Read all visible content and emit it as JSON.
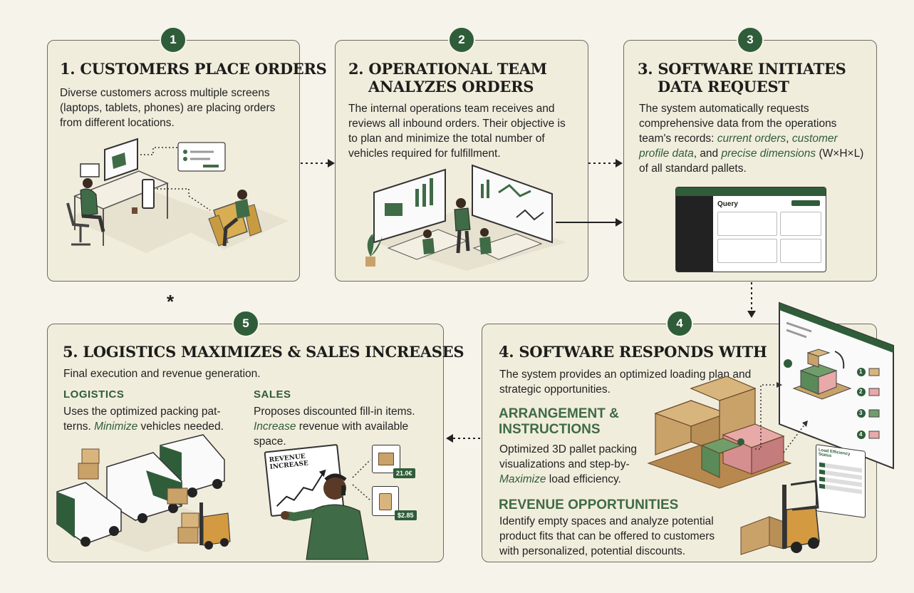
{
  "steps": [
    {
      "number": "1",
      "title": "1. CUSTOMERS PLACE ORDERS",
      "description": "Diverse customers across multiple screens (laptops, tablets, phones) are placing orders from different locations."
    },
    {
      "number": "2",
      "title_line1": "2. OPERATIONAL TEAM",
      "title_line2": "ANALYZES ORDERS",
      "description": "The internal operations team receives and reviews all inbound orders. Their objective is to plan and minimize the total number of vehicles required for fulfillment."
    },
    {
      "number": "3",
      "title_line1": "3. SOFTWARE INITIATES",
      "title_line2": "DATA REQUEST",
      "desc_part1": "The system automatically requests comprehensive data from the operations team's records: ",
      "desc_em1": "current orders",
      "desc_part2": ", ",
      "desc_em2": "customer profile data",
      "desc_part3": ", and ",
      "desc_em3": "precise dimensions",
      "desc_part4": " (W×H×L) of all standard pallets.",
      "query_label": "Query"
    },
    {
      "number": "4",
      "title": "4. SOFTWARE RESPONDS WITH",
      "description": "The system provides an optimized loading plan and strategic opportunities.",
      "arrangement_heading_line1": "ARRANGEMENT &",
      "arrangement_heading_line2": "INSTRUCTIONS",
      "arrangement_text_part1": "Optimized 3D pallet packing visualizations and step-by-",
      "arrangement_em": "Maximize",
      "arrangement_text_part2": " load efficiency.",
      "revenue_heading": "REVENUE OPPORTUNITIES",
      "revenue_text": "Identify empty spaces and analyze potential product fits that can be offered to customers with personalized, potential discounts.",
      "steps_labels": [
        "1",
        "2",
        "3",
        "4"
      ],
      "report_title": "Load Efficiency Status"
    },
    {
      "number": "5",
      "title": "5. LOGISTICS MAXIMIZES & SALES INCREASES",
      "description": "Final execution and revenue generation.",
      "logistics_heading": "LOGISTICS",
      "logistics_part1": "Uses the optimized packing pat- terns. ",
      "logistics_em": "Minimize",
      "logistics_part2": " vehicles needed.",
      "sales_heading": "SALES",
      "sales_part1": "Proposes discounted fill-in items. ",
      "sales_em": "Increase",
      "sales_part2": " revenue with available space.",
      "board_label": "REVENUE INCREASE",
      "price1": "21.0€",
      "price2": "$2.85"
    }
  ],
  "misc": {
    "asterisk": "*"
  },
  "colors": {
    "accent": "#2f5d3a",
    "panel": "#f1eddd",
    "border": "#6f6c62",
    "box": "#c9a26a"
  }
}
